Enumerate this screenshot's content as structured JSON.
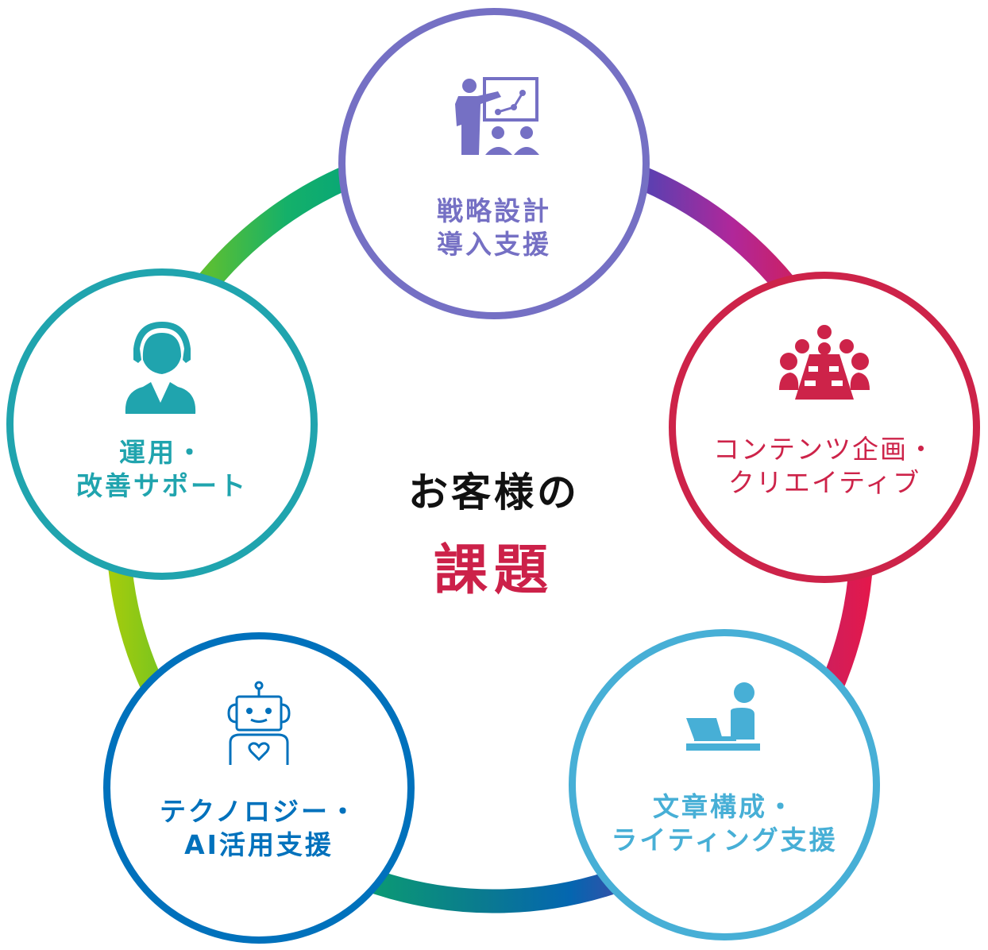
{
  "center": {
    "line1": "お客様の",
    "line2": "課題",
    "line1_color": "#111111",
    "line2_color": "#cc2149"
  },
  "nodes": [
    {
      "id": "strategy",
      "icon": "presentation-icon",
      "line1": "戦略設計",
      "line2": "導入支援",
      "color": "#7570c4"
    },
    {
      "id": "content",
      "icon": "meeting-table-icon",
      "line1": "コンテンツ企画・",
      "line2": "クリエイティブ",
      "color": "#cd2349"
    },
    {
      "id": "writing",
      "icon": "laptop-worker-icon",
      "line1": "文章構成・",
      "line2": "ライティング支援",
      "color": "#47afd6"
    },
    {
      "id": "technology",
      "icon": "robot-icon",
      "line1": "テクノロジー・",
      "line2": "AI活用支援",
      "color": "#0071bc"
    },
    {
      "id": "operation",
      "icon": "headset-operator-icon",
      "line1": "運用・",
      "line2": "改善サポート",
      "color": "#20a4ae"
    }
  ],
  "ring_colors": {
    "top_right": [
      "#5e3fb0",
      "#b0279a",
      "#c8216b"
    ],
    "right": [
      "#cf1f5c",
      "#e5174a"
    ],
    "bottom": [
      "#0b9974",
      "#0a7a90",
      "#0466b0",
      "#3550a8"
    ],
    "left": [
      "#a4cc0c",
      "#7cc51e"
    ],
    "top_left": [
      "#5cbf32",
      "#14b06a",
      "#0aa874"
    ]
  }
}
